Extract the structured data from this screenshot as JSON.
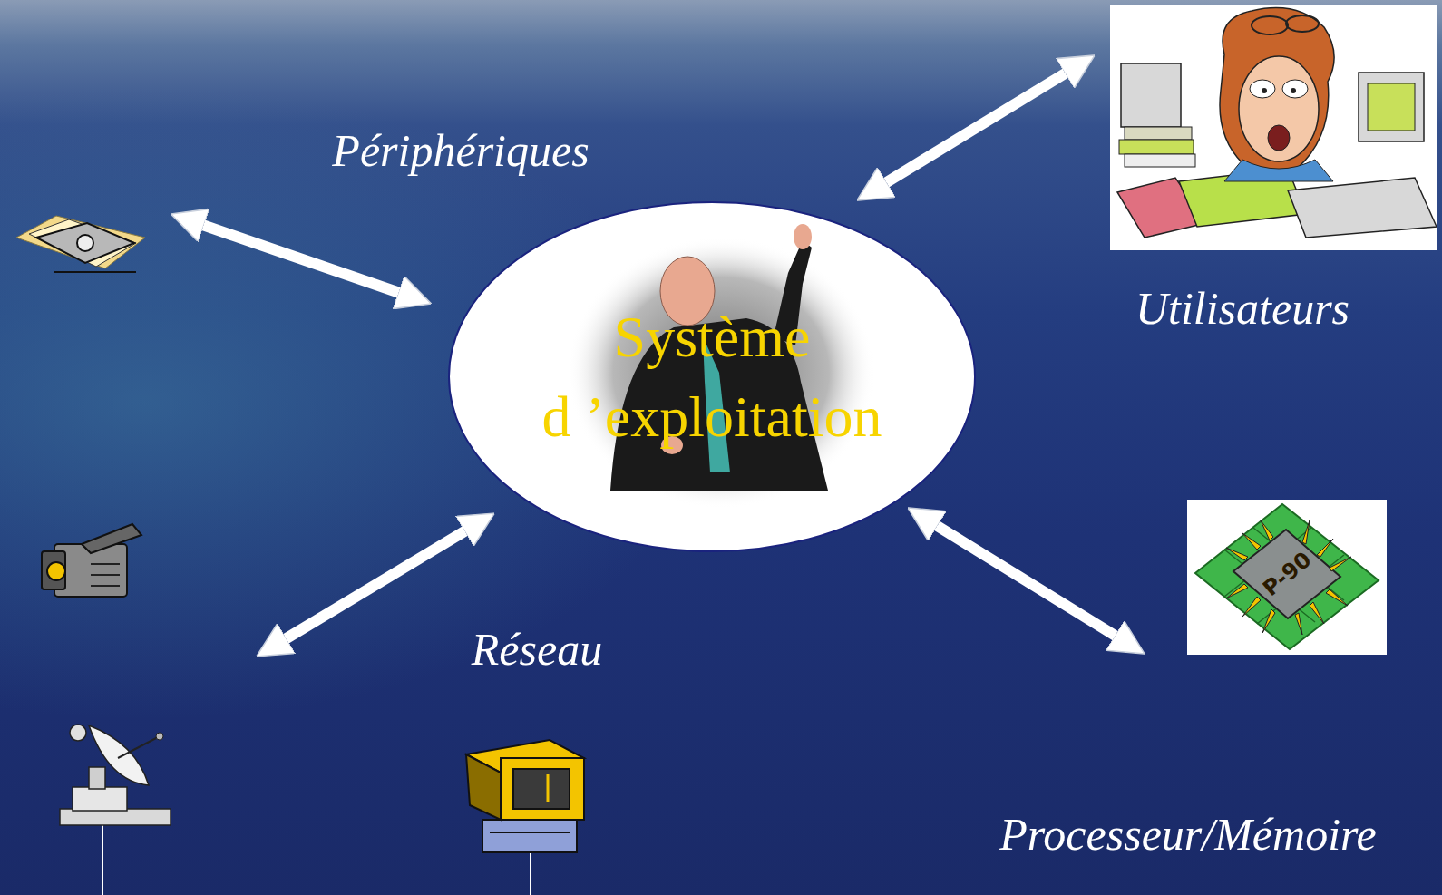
{
  "diagram": {
    "nodes": [
      {
        "text": [
          "Système d ’exploitation"
        ]
      }
    ],
    "labels": [
      "Périphériques",
      "Utilisateurs",
      "Réseau",
      "Processeur/Mémoire",
      "P-90"
    ]
  }
}
